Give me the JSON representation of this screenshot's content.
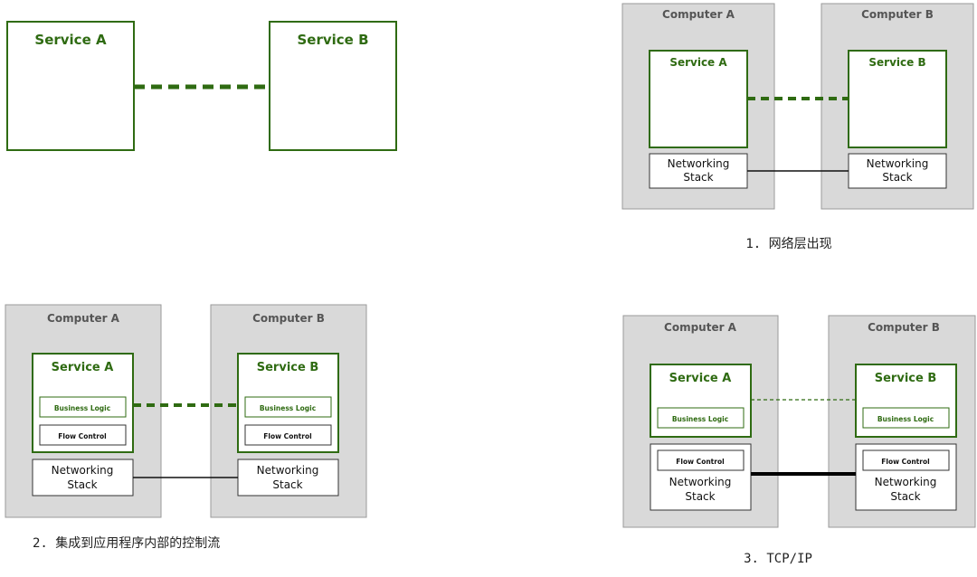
{
  "computer_a": "Computer A",
  "computer_b": "Computer B",
  "service_a": "Service A",
  "service_b": "Service B",
  "networking_line1": "Networking",
  "networking_line2": "Stack",
  "business_logic": "Business Logic",
  "flow_control": "Flow Control",
  "captions": {
    "panel1": "1. 网络层出现",
    "panel2": "2. 集成到应用程序内部的控制流",
    "panel3": "3. TCP/IP"
  },
  "colors": {
    "green": "#2f6b12",
    "computer_fill": "#d9d9d9",
    "computer_stroke": "#9a9a9a"
  }
}
